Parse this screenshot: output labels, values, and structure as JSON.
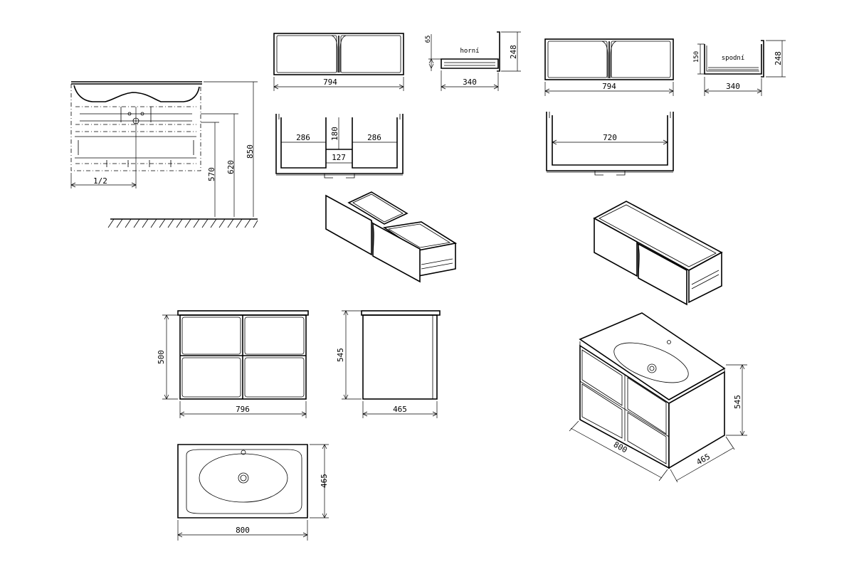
{
  "dimensions": {
    "side_half": "1/2",
    "side_570": "570",
    "side_620": "620",
    "side_850": "850",
    "top_drawer_width": "794",
    "top_drawer_depth": "340",
    "top_drawer_height": "248",
    "top_drawer_65": "65",
    "top_drawer_label": "horní",
    "bottom_drawer_width": "794",
    "bottom_drawer_depth": "340",
    "bottom_drawer_height": "248",
    "bottom_drawer_150": "150",
    "bottom_drawer_label": "spodní",
    "inner_left": "286",
    "inner_right": "286",
    "inner_middle_h": "180",
    "inner_middle_w": "127",
    "inner_bottom": "720",
    "front_height": "500",
    "front_width": "796",
    "side_height": "545",
    "side_depth": "465",
    "basin_depth": "465",
    "basin_width": "800",
    "iso_width": "800",
    "iso_depth": "465",
    "iso_height": "545"
  }
}
